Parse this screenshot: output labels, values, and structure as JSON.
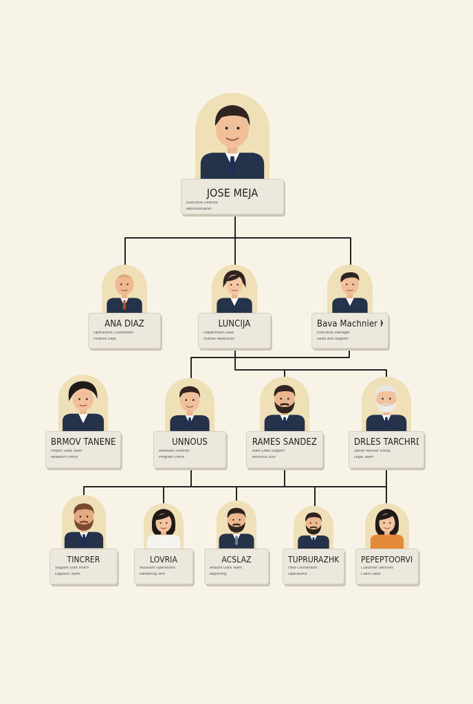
{
  "org": {
    "root": {
      "name": "JOSE MEJA",
      "role_line_1": "Executive Director",
      "role_line_2": "Administration",
      "avatar_icon": "man-dark-hair-icon"
    },
    "level1": [
      {
        "name": "ANA DIAZ",
        "role_line_1": "Operations Coordinator",
        "role_line_2": "Finance Dept",
        "avatar_icon": "bald-man-icon"
      },
      {
        "name": "LUNCIJA",
        "role_line_1": "Department Lead",
        "role_line_2": "Human Resources",
        "avatar_icon": "woman-short-hair-icon"
      },
      {
        "name": "Bava Machnier Kl",
        "role_line_1": "Executive Manager",
        "role_line_2": "Sales and Support",
        "avatar_icon": "young-man-icon"
      }
    ],
    "level2": [
      {
        "name": "BRMOV TANENE",
        "role_line_1": "Project Lead Team",
        "role_line_2": "Research Office",
        "avatar_icon": "man-curly-hair-icon"
      },
      {
        "name": "UNNOUS",
        "role_line_1": "Assistant Director",
        "role_line_2": "Program Office",
        "avatar_icon": "man-dark-hair-icon"
      },
      {
        "name": "RAMES SANDEZ",
        "role_line_1": "Team Lead Support",
        "role_line_2": "Technical Unit",
        "avatar_icon": "bearded-man-icon"
      },
      {
        "name": "DRLES TARCHRD",
        "role_line_1": "Senior Advisor Group",
        "role_line_2": "Legal Team",
        "avatar_icon": "elderly-man-icon"
      }
    ],
    "level3": [
      {
        "name": "TINCRER",
        "role_line_1": "Support Staff Intern",
        "role_line_2": "Logistics Team",
        "avatar_icon": "bearded-man-icon"
      },
      {
        "name": "LOVRIA",
        "role_line_1": "Assistant Operations",
        "role_line_2": "Marketing Unit",
        "avatar_icon": "woman-long-hair-icon"
      },
      {
        "name": "ACSLAZ",
        "role_line_1": "Analyst Data Team",
        "role_line_2": "Reporting",
        "avatar_icon": "bearded-man-icon"
      },
      {
        "name": "TUPRURAZHKU",
        "role_line_1": "Field Coordinator",
        "role_line_2": "Operations",
        "avatar_icon": "bearded-man-icon"
      },
      {
        "name": "PEPEPTOORVIG",
        "role_line_1": "Customer Services",
        "role_line_2": "Client Desk",
        "avatar_icon": "woman-long-hair-icon"
      }
    ]
  },
  "colors": {
    "background": "#f7f3e7",
    "card": "#ece8de",
    "avatar_background": "#efe0b8",
    "suit": "#24324a",
    "tie": "#1e2e58",
    "connector": "#222222"
  }
}
